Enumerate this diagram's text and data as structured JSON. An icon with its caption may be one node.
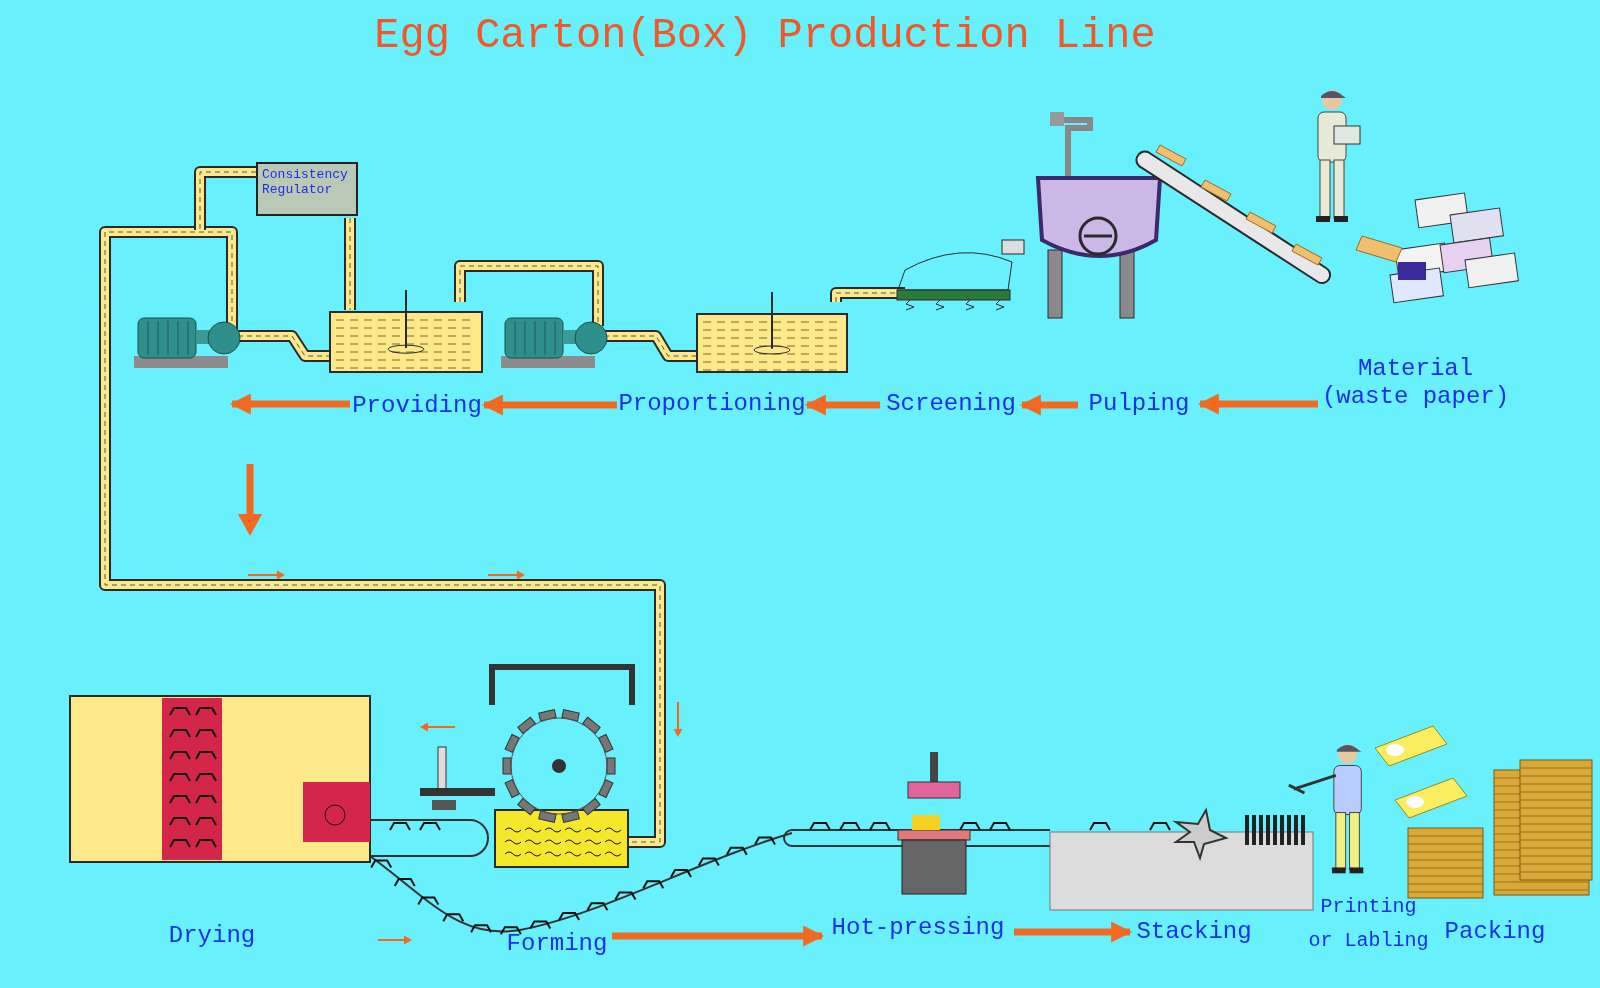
{
  "diagram": {
    "title": "Egg Carton(Box) Production Line",
    "nodes": [
      {
        "text": [
          "Material (waste paper)"
        ]
      },
      {
        "text": [
          "Pulping"
        ]
      },
      {
        "text": [
          "Screening"
        ]
      },
      {
        "text": [
          "Proportioning"
        ]
      },
      {
        "text": [
          "Providing"
        ]
      },
      {
        "text": [
          "Consistency Regulator"
        ]
      },
      {
        "text": [
          "Drying"
        ]
      },
      {
        "text": [
          "Forming"
        ]
      },
      {
        "text": [
          "Hot-pressing"
        ]
      },
      {
        "text": [
          "Stacking"
        ]
      },
      {
        "text": [
          "Printing or Labling"
        ]
      },
      {
        "text": [
          "Packing"
        ]
      }
    ],
    "edges": [
      {
        "from": 0,
        "to": 1,
        "arrow": "to"
      },
      {
        "from": 1,
        "to": 2,
        "arrow": "to"
      },
      {
        "from": 2,
        "to": 3,
        "arrow": "to"
      },
      {
        "from": 3,
        "to": 4,
        "arrow": "to"
      },
      {
        "from": 4,
        "to": null,
        "arrow": "to"
      },
      {
        "from": 7,
        "to": 8,
        "arrow": "to"
      },
      {
        "from": 8,
        "to": 9,
        "arrow": "to"
      }
    ]
  }
}
